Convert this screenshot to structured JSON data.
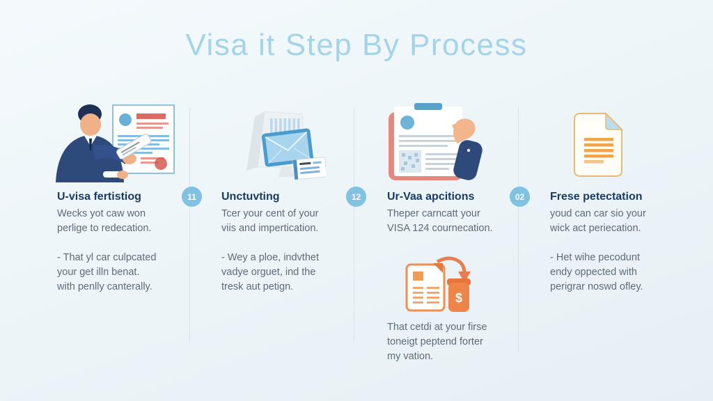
{
  "title": "Visa it Step By Process",
  "badges": [
    {
      "label": "11"
    },
    {
      "label": "12"
    },
    {
      "label": "02"
    }
  ],
  "steps": [
    {
      "icon": "applicant-reviewing-document-icon",
      "heading": "U-visa fertistiog",
      "desc_lines": [
        "Wecks yot caw won",
        "perlige to redecation."
      ],
      "note_lines": [
        "- That yl car culpcated",
        "your get illn benat.",
        "with penlly canterally."
      ]
    },
    {
      "icon": "calendar-tablet-mail-icon",
      "heading": "Unctuvting",
      "desc_lines": [
        "Tcer your cent of your",
        "viis and impertication."
      ],
      "note_lines": [
        "- Wey a ploe, indvthet",
        "vadye orguet, ind the",
        "tresk aut petign."
      ]
    },
    {
      "icon": "clipboard-application-hand-icon",
      "payment_icon": "document-payment-transfer-icon",
      "heading": "Ur-Vaa apcitions",
      "desc_lines": [
        "Theper carncatt your",
        "VISA 124 cournecation."
      ],
      "note_lines": [
        "That cetdi at your firse",
        "toneigt peptend forter",
        "my vation."
      ]
    },
    {
      "icon": "orange-document-icon",
      "heading": "Frese petectation",
      "desc_lines": [
        "youd can car sio your",
        "wick act periecation."
      ],
      "note_lines": [
        "- Het wihe pecodunt",
        "endy oppected with",
        "perigrar noswd ofley."
      ]
    }
  ],
  "colors": {
    "background": "#ecf4f8",
    "title": "#a5d3e7",
    "heading": "#1b3a60",
    "body_text": "#5c6b76",
    "badge": "#7fc2e1",
    "divider": "#d8e1e7",
    "icon_blue": "#4a9ccd",
    "icon_navy": "#2e4a7a",
    "icon_salmon": "#e4897d",
    "icon_orange": "#ef8f4a",
    "icon_skin": "#f0b088"
  }
}
